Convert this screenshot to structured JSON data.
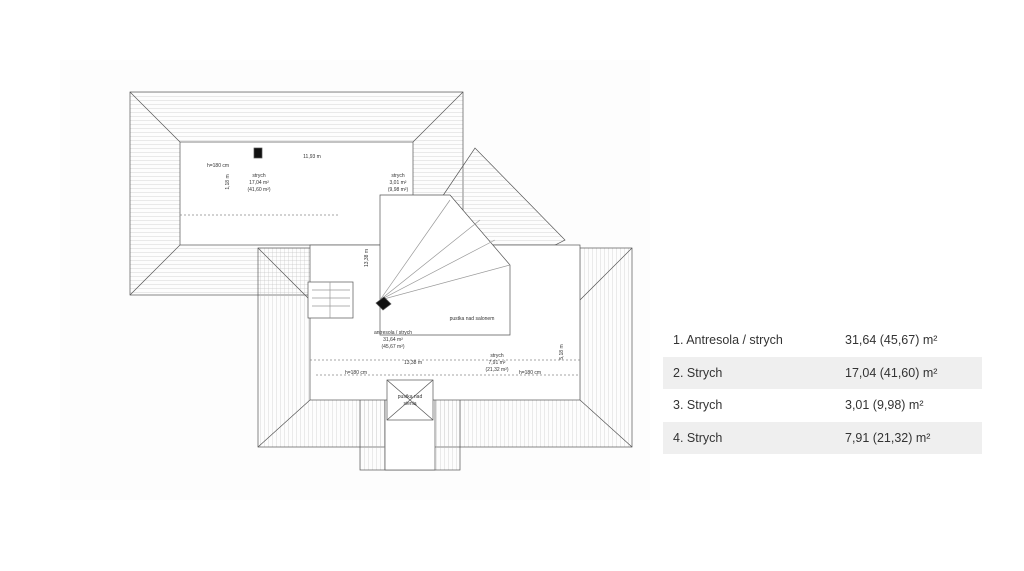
{
  "plan": {
    "labels": {
      "strych1": "strych",
      "strych1_area": "17,04 m²",
      "strych1_total": "(41,60 m²)",
      "strych2": "strych",
      "strych2_area": "3,01 m²",
      "strych2_total": "(9,98 m²)",
      "antresola": "antresola / strych",
      "antresola_area": "31,64 m²",
      "antresola_total": "(45,67 m²)",
      "strych4": "strych",
      "strych4_area": "7,91 m²",
      "strych4_total": "(21,32 m²)",
      "pustka_salon": "pustka nad salonem",
      "pustka_sien1": "pustka nad",
      "pustka_sien2": "sienią",
      "dim_11": "11,93 m",
      "dim_13a": "13,38 m",
      "dim_13b": "13,38 m",
      "h1": "h=180 cm",
      "h2": "h=180 cm",
      "h3": "h=180 cm",
      "dim_118": "1,18 m",
      "dim_518": "5,18 m"
    }
  },
  "areas": [
    {
      "name": "1. Antresola / strych",
      "value": "31,64 (45,67) m²"
    },
    {
      "name": "2. Strych",
      "value": "17,04 (41,60) m²"
    },
    {
      "name": "3. Strych",
      "value": "3,01 (9,98) m²"
    },
    {
      "name": "4. Strych",
      "value": "7,91 (21,32) m²"
    }
  ]
}
